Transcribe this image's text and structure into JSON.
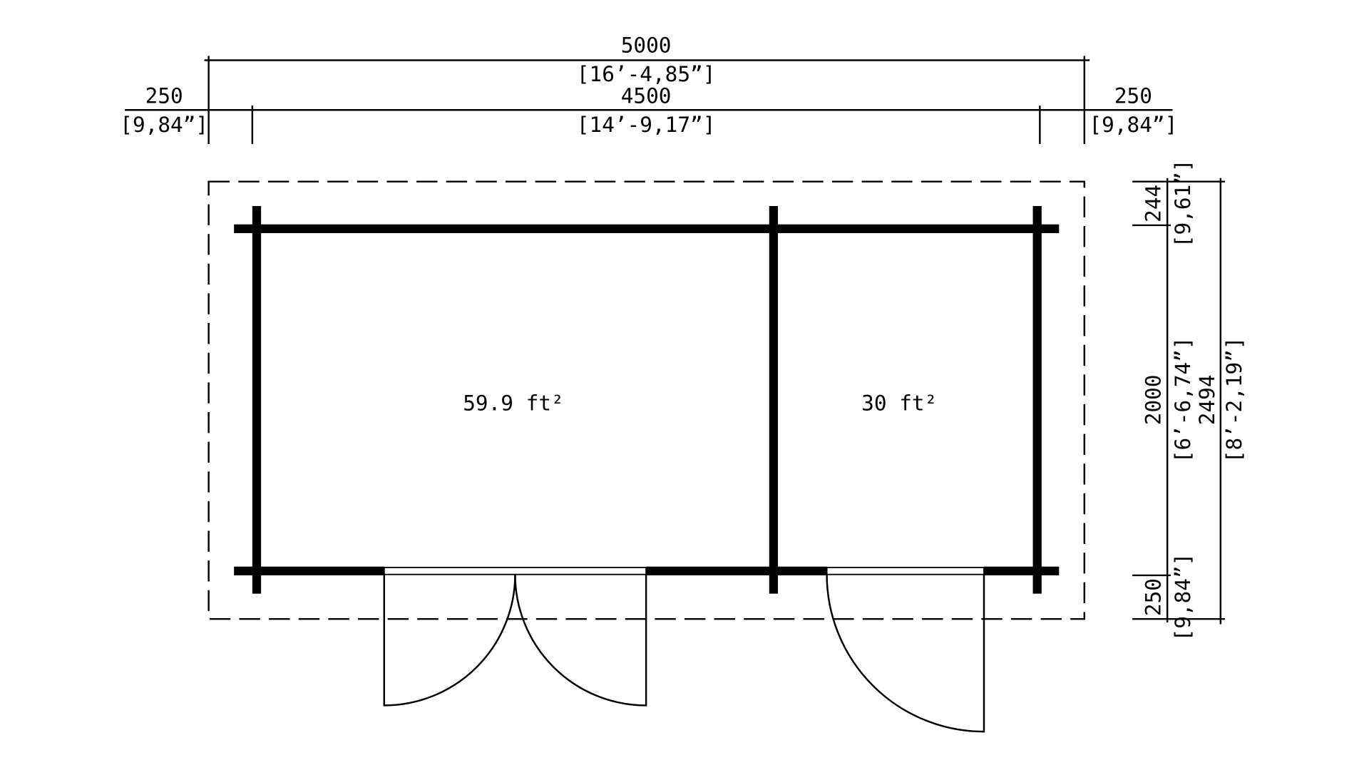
{
  "title": "Floor plan",
  "rooms": [
    {
      "area_label": "59.9 ft²"
    },
    {
      "area_label": "30 ft²"
    }
  ],
  "dimensions": {
    "top_total": {
      "mm": "5000",
      "imperial": "[16’-4,85”]"
    },
    "top_inner": {
      "mm": "4500",
      "imperial": "[14’-9,17”]"
    },
    "top_left_overhang": {
      "mm": "250",
      "imperial": "[9,84”]"
    },
    "top_right_overhang": {
      "mm": "250",
      "imperial": "[9,84”]"
    },
    "right_top_overhang": {
      "mm": "244",
      "imperial": "[9,61”]"
    },
    "right_inner": {
      "mm": "2000",
      "imperial": "[6’-6,74”]"
    },
    "right_total": {
      "mm": "2494",
      "imperial": "[8’-2,19”]"
    },
    "right_bottom_overhang": {
      "mm": "250",
      "imperial": "[9,84”]"
    }
  }
}
